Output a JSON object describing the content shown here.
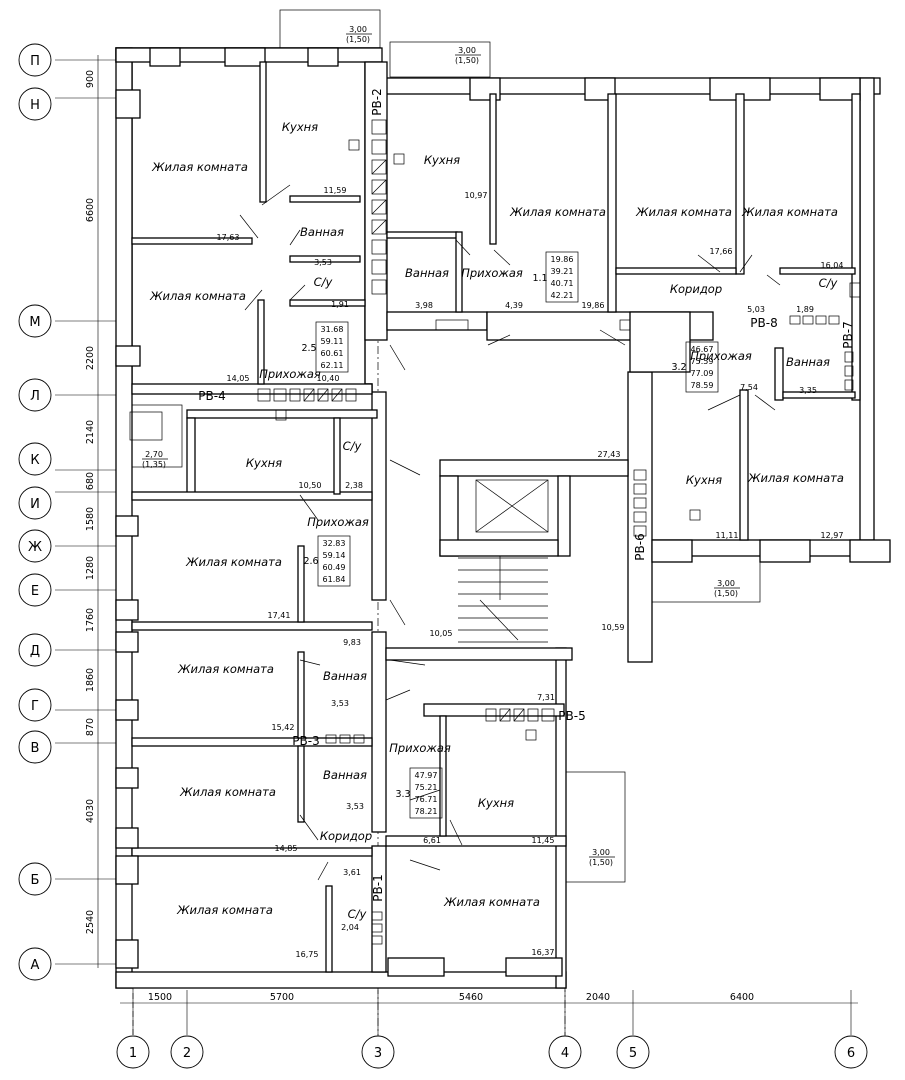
{
  "axes_rows": [
    {
      "label": "П",
      "dim": "900"
    },
    {
      "label": "Н",
      "dim": "6600"
    },
    {
      "label": "М",
      "dim": "2200"
    },
    {
      "label": "Л",
      "dim": "2140"
    },
    {
      "label": "К",
      "dim": "680"
    },
    {
      "label": "И",
      "dim": "1580"
    },
    {
      "label": "Ж",
      "dim": "1280"
    },
    {
      "label": "Е",
      "dim": "1760"
    },
    {
      "label": "Д",
      "dim": "1860"
    },
    {
      "label": "Г",
      "dim": "870"
    },
    {
      "label": "В",
      "dim": "4030"
    },
    {
      "label": "Б",
      "dim": "2540"
    },
    {
      "label": "А",
      "dim": ""
    }
  ],
  "axes_cols": [
    {
      "label": "1",
      "dim": "1500"
    },
    {
      "label": "2",
      "dim": "5700"
    },
    {
      "label": "3",
      "dim": "5460"
    },
    {
      "label": "4",
      "dim": "2040"
    },
    {
      "label": "5",
      "dim": "6400"
    },
    {
      "label": "6",
      "dim": ""
    }
  ],
  "rooms": [
    {
      "id": "r1",
      "name": "Кухня",
      "area": "11,59"
    },
    {
      "id": "r2",
      "name": "Жилая комната",
      "area": "17,63"
    },
    {
      "id": "r3",
      "name": "Ванная",
      "area": "3,53"
    },
    {
      "id": "r4",
      "name": "Жилая комната",
      "area": "14,05"
    },
    {
      "id": "r5",
      "name": "С/у",
      "area": "1,91"
    },
    {
      "id": "r6",
      "name": "Прихожая",
      "area": "10,40"
    },
    {
      "id": "r7",
      "name": "Кухня",
      "area": "10,97"
    },
    {
      "id": "r8",
      "name": "Жилая комната",
      "area": "19,86"
    },
    {
      "id": "r9",
      "name": "Ванная",
      "area": "3,98"
    },
    {
      "id": "r10",
      "name": "Прихожая",
      "area": "4,39"
    },
    {
      "id": "r11",
      "name": "Жилая комната",
      "area": "17,66"
    },
    {
      "id": "r12",
      "name": "Жилая комната",
      "area": "16,04"
    },
    {
      "id": "r13",
      "name": "Коридор",
      "area": "5,03"
    },
    {
      "id": "r14",
      "name": "С/у",
      "area": "1,89"
    },
    {
      "id": "r15",
      "name": "Прихожая",
      "area": "7,54"
    },
    {
      "id": "r16",
      "name": "Ванная",
      "area": "3,35"
    },
    {
      "id": "r17",
      "name": "Кухня",
      "area": "11,11"
    },
    {
      "id": "r18",
      "name": "Жилая комната",
      "area": "12,97"
    },
    {
      "id": "r19",
      "name": "Кухня",
      "area": "10,50"
    },
    {
      "id": "r20",
      "name": "С/у",
      "area": "2,38"
    },
    {
      "id": "r21",
      "name": "Прихожая",
      "area": "9,83"
    },
    {
      "id": "r22",
      "name": "Жилая комната",
      "area": "17,41"
    },
    {
      "id": "r23",
      "name": "Жилая комната",
      "area": "15,42"
    },
    {
      "id": "r24",
      "name": "Ванная",
      "area": "3,53"
    },
    {
      "id": "r25",
      "name": "Жилая комната",
      "area": "14,85"
    },
    {
      "id": "r26",
      "name": "Ванная",
      "area": "3,53"
    },
    {
      "id": "r27",
      "name": "Коридор",
      "area": "3,61"
    },
    {
      "id": "r28",
      "name": "Жилая комната",
      "area": "16,75"
    },
    {
      "id": "r29",
      "name": "С/у",
      "area": "2,04"
    },
    {
      "id": "r30",
      "name": "Прихожая",
      "area": "7,31"
    },
    {
      "id": "r31",
      "name": "Кухня",
      "area": "11,45"
    },
    {
      "id": "r32",
      "name": "Жилая комната",
      "area": "16,37"
    },
    {
      "id": "r33",
      "name": "",
      "area": "6,61"
    },
    {
      "id": "r34",
      "name": "",
      "area": "27,43"
    },
    {
      "id": "r35",
      "name": "",
      "area": "10,05"
    },
    {
      "id": "r36",
      "name": "",
      "area": "10,59"
    }
  ],
  "apartments": [
    {
      "id": "1.1",
      "areas": [
        "19.86",
        "39.21",
        "40.71",
        "42.21"
      ]
    },
    {
      "id": "2.5",
      "areas": [
        "31.68",
        "59.11",
        "60.61",
        "62.11"
      ]
    },
    {
      "id": "3.2",
      "areas": [
        "46.67",
        "75.59",
        "77.09",
        "78.59"
      ]
    },
    {
      "id": "2.6",
      "areas": [
        "32.83",
        "59.14",
        "60.49",
        "61.84"
      ]
    },
    {
      "id": "3.3",
      "areas": [
        "47.97",
        "75.21",
        "76.71",
        "78.21"
      ]
    }
  ],
  "balconies": [
    {
      "area": "3,00",
      "sub": "(1,50)"
    },
    {
      "area": "3,00",
      "sub": "(1,50)"
    },
    {
      "area": "2,70",
      "sub": "(1,35)"
    },
    {
      "area": "3,00",
      "sub": "(1,50)"
    },
    {
      "area": "3,00",
      "sub": "(1,50)"
    }
  ],
  "vents": [
    "РВ-2",
    "РВ-4",
    "РВ-8",
    "РВ-7",
    "РВ-6",
    "РВ-5",
    "РВ-3",
    "РВ-1"
  ]
}
